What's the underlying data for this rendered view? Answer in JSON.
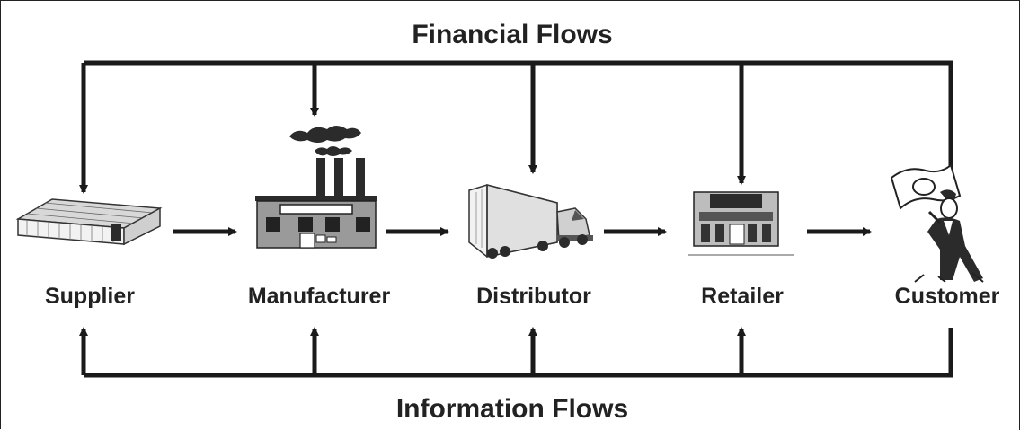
{
  "diagram": {
    "top_label": "Financial Flows",
    "bottom_label": "Information Flows",
    "nodes": [
      {
        "id": "supplier",
        "label": "Supplier",
        "icon": "warehouse-icon"
      },
      {
        "id": "manufacturer",
        "label": "Manufacturer",
        "icon": "factory-icon"
      },
      {
        "id": "distributor",
        "label": "Distributor",
        "icon": "truck-icon"
      },
      {
        "id": "retailer",
        "label": "Retailer",
        "icon": "store-icon"
      },
      {
        "id": "customer",
        "label": "Customer",
        "icon": "customer-with-money-icon"
      }
    ],
    "product_flow": [
      "supplier->manufacturer",
      "manufacturer->distributor",
      "distributor->retailer",
      "retailer->customer"
    ],
    "colors": {
      "line": "#1a1a1a",
      "text": "#222222",
      "fill_dark": "#2b2b2b",
      "fill_gray": "#9a9a9a",
      "fill_light": "#e6e6e6"
    }
  }
}
